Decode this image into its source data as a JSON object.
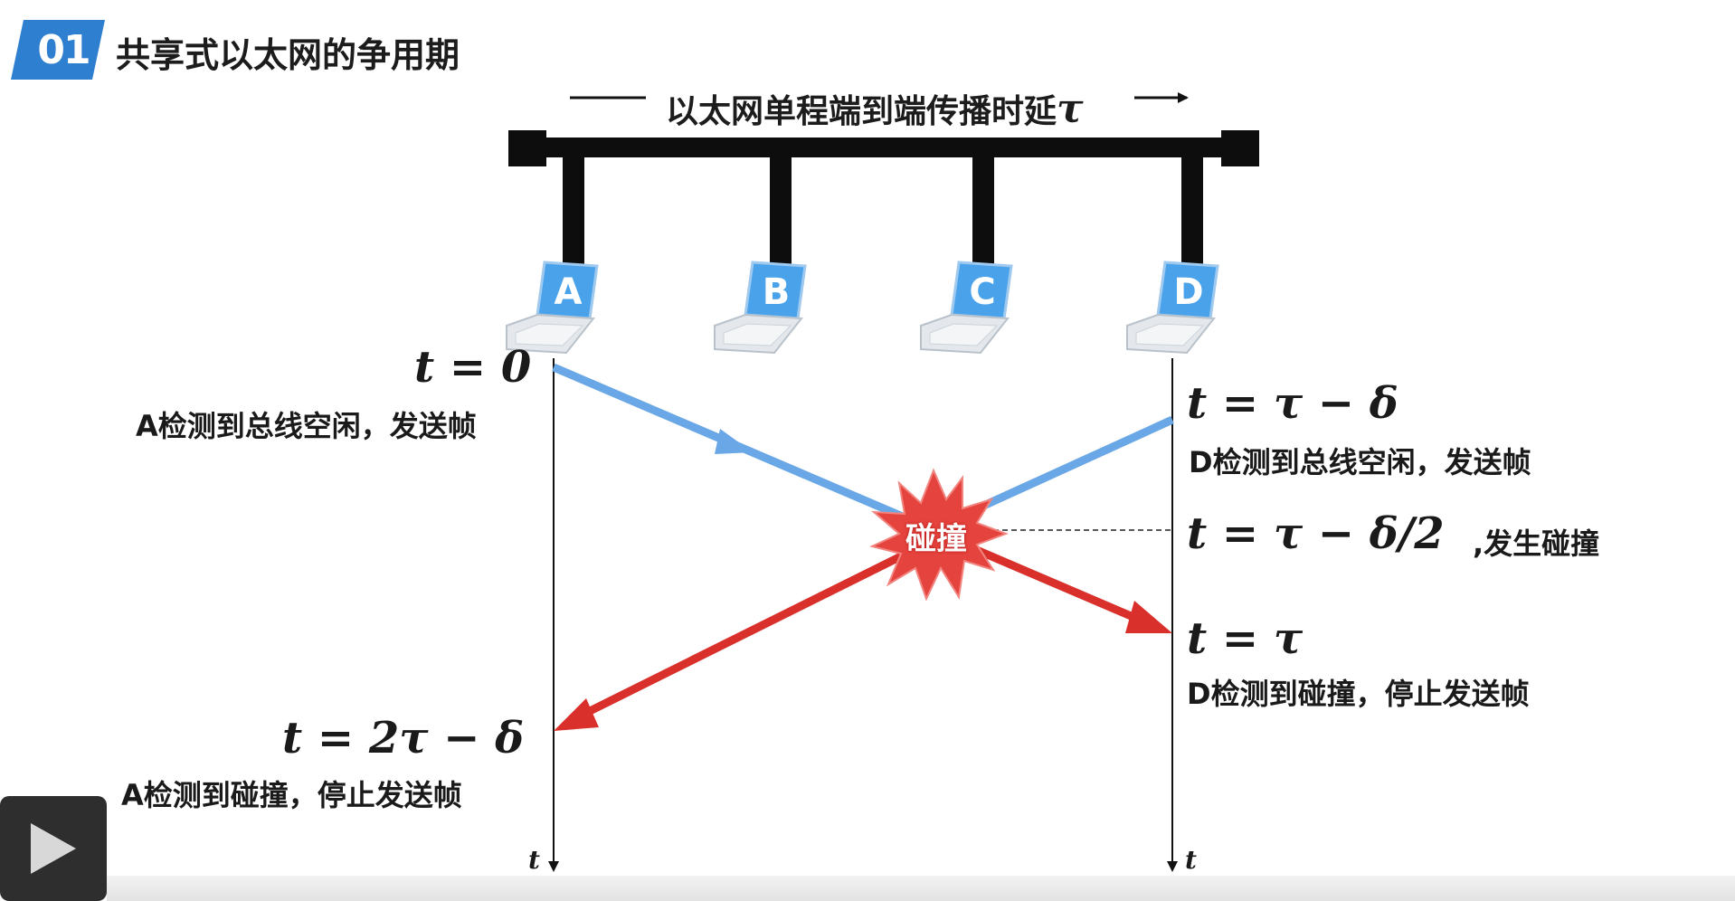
{
  "header": {
    "badge_number": "01",
    "title": "共享式以太网的争用期"
  },
  "bus": {
    "caption": "以太网单程端到端传播时延",
    "caption_symbol": "τ"
  },
  "stations": [
    {
      "label": "A"
    },
    {
      "label": "B"
    },
    {
      "label": "C"
    },
    {
      "label": "D"
    }
  ],
  "events": {
    "a_send_eq": "t = 0",
    "a_send_note": "A检测到总线空闲，发送帧",
    "d_send_eq": "t = τ − δ",
    "d_send_note": "D检测到总线空闲，发送帧",
    "collision_eq": "t = τ − δ/2",
    "collision_note": ",发生碰撞",
    "d_detect_eq": "t = τ",
    "d_detect_note": "D检测到碰撞，停止发送帧",
    "a_detect_eq": "t = 2τ − δ",
    "a_detect_note": "A检测到碰撞，停止发送帧"
  },
  "collision_label": "碰撞",
  "time_axis_label": "t",
  "colors": {
    "badge": "#2f7fd0",
    "bus": "#0d0d0d",
    "signal_blue": "#6aa7e6",
    "signal_red": "#d9302b",
    "burst": "#e5433d",
    "laptop_screen": "#4aa3ea"
  },
  "player": {
    "icon": "play-icon"
  }
}
